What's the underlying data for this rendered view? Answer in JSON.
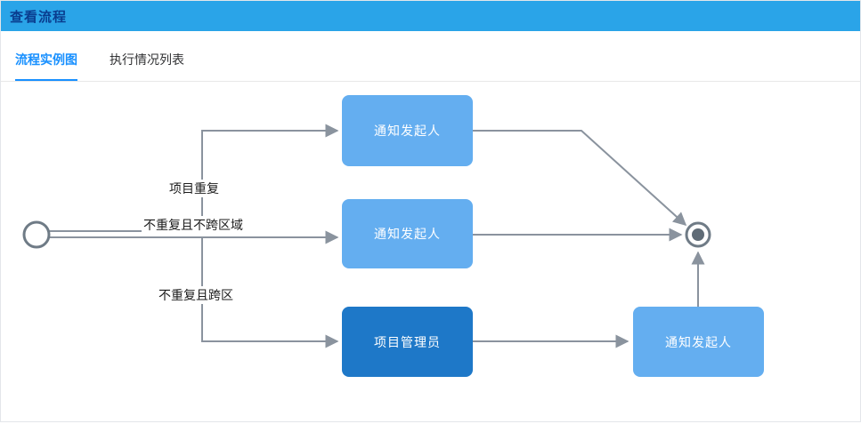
{
  "header": {
    "title": "查看流程",
    "background_color": "#2aa4e8",
    "title_color": "#0a3d8f"
  },
  "tabs": {
    "instance_diagram": "流程实例图",
    "execution_list": "执行情况列表",
    "active_tab": "流程实例图",
    "accent_color": "#1890ff"
  },
  "diagram": {
    "nodes": {
      "start_event": "start-circle",
      "task_top": "通知发起人",
      "task_middle": "通知发起人",
      "task_admin": "项目管理员",
      "task_notify_right": "通知发起人",
      "end_event": "end-circle"
    },
    "labels": {
      "duplicate": "项目重复",
      "not_duplicate_same_region": "不重复且不跨区域",
      "not_duplicate_cross_region": "不重复且跨区"
    },
    "colors": {
      "task_light": "#64aef0",
      "task_dark": "#1e78c8",
      "edge": "#8a939e",
      "event_border": "#6f7b86",
      "end_fill": "#5f6b76"
    }
  }
}
